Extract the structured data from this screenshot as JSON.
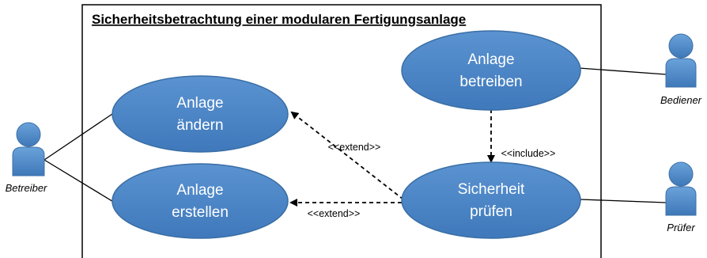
{
  "system": {
    "title": "Sicherheitsbetrachtung einer modularen Fertigungsanlage"
  },
  "use_cases": {
    "betreiben": {
      "line1": "Anlage",
      "line2": "betreiben"
    },
    "aendern": {
      "line1": "Anlage",
      "line2": "ändern"
    },
    "erstellen": {
      "line1": "Anlage",
      "line2": "erstellen"
    },
    "pruefen": {
      "line1": "Sicherheit",
      "line2": "prüfen"
    }
  },
  "actors": {
    "betreiber": "Betreiber",
    "bediener": "Bediener",
    "pruefer": "Prüfer"
  },
  "relations": {
    "include_label": "<<include>>",
    "extend_upper_label": "<<extend>>",
    "extend_lower_label": "<<extend>>"
  },
  "colors": {
    "use_case_fill": "#4f86c6",
    "use_case_stroke": "#3a6ea5",
    "actor_fill": "#5b95d0",
    "actor_stroke": "#3d70a8"
  }
}
